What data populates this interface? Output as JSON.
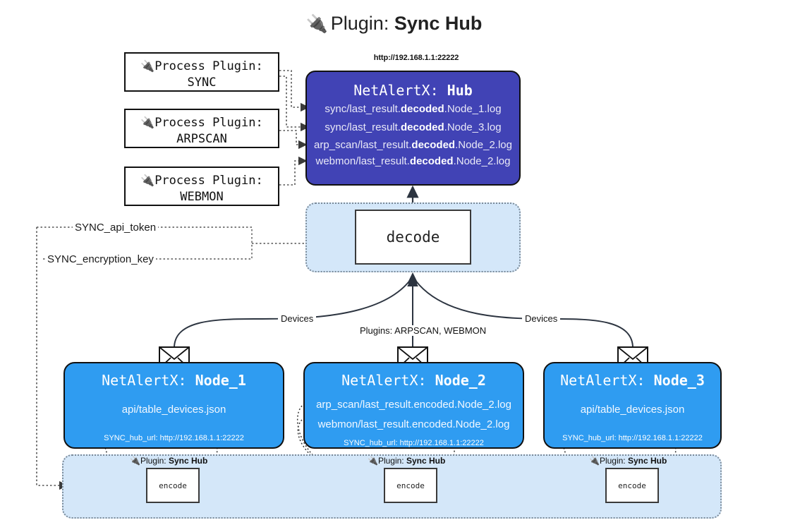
{
  "title": {
    "icon": "plug-icon",
    "prefix": "Plugin:",
    "name": "Sync Hub"
  },
  "process_plugins": [
    {
      "icon": "plug-icon",
      "label": "Process Plugin:",
      "name": "SYNC"
    },
    {
      "icon": "plug-icon",
      "label": "Process Plugin:",
      "name": "ARPSCAN"
    },
    {
      "icon": "plug-icon",
      "label": "Process Plugin:",
      "name": "WEBMON"
    }
  ],
  "hub": {
    "url": "http://192.168.1.1:22222",
    "title_prefix": "NetAlertX:",
    "title_name": "Hub",
    "files": [
      {
        "pre": "sync/last_result.",
        "mid": "decoded",
        "post": ".Node_1.log"
      },
      {
        "pre": "sync/last_result.",
        "mid": "decoded",
        "post": ".Node_3.log"
      },
      {
        "pre": "arp_scan/last_result.",
        "mid": "decoded",
        "post": ".Node_2.log"
      },
      {
        "pre": "webmon/last_result.",
        "mid": "decoded",
        "post": ".Node_2.log"
      }
    ]
  },
  "decode": {
    "label": "decode"
  },
  "settings": {
    "api_token": "SYNC_api_token",
    "encryption_key": "SYNC_encryption_key"
  },
  "edges": {
    "devices_left": "Devices",
    "devices_right": "Devices",
    "plugins_center": "Plugins: ARPSCAN, WEBMON"
  },
  "nodes": [
    {
      "title_prefix": "NetAlertX:",
      "title_name": "Node_1",
      "files": [
        "api/table_devices.json"
      ],
      "hub_url": "SYNC_hub_url: http://192.168.1.1:22222",
      "plugin_caption_prefix": "Plugin:",
      "plugin_caption_name": "Sync Hub",
      "encode_label": "encode",
      "envelope_icon": "envelope-icon"
    },
    {
      "title_prefix": "NetAlertX:",
      "title_name": "Node_2",
      "files": [
        "arp_scan/last_result.encoded.Node_2.log",
        "webmon/last_result.encoded.Node_2.log"
      ],
      "hub_url": "SYNC_hub_url: http://192.168.1.1:22222",
      "plugin_caption_prefix": "Plugin:",
      "plugin_caption_name": "Sync Hub",
      "encode_label": "encode",
      "envelope_icon": "envelope-icon"
    },
    {
      "title_prefix": "NetAlertX:",
      "title_name": "Node_3",
      "files": [
        "api/table_devices.json"
      ],
      "hub_url": "SYNC_hub_url: http://192.168.1.1:22222",
      "plugin_caption_prefix": "Plugin:",
      "plugin_caption_name": "Sync Hub",
      "encode_label": "encode",
      "envelope_icon": "envelope-icon"
    }
  ],
  "colors": {
    "hub_fill": "#4143b5",
    "node_fill": "#2f9cf1",
    "panel_fill": "#d4e7f9",
    "stroke": "#111111"
  }
}
